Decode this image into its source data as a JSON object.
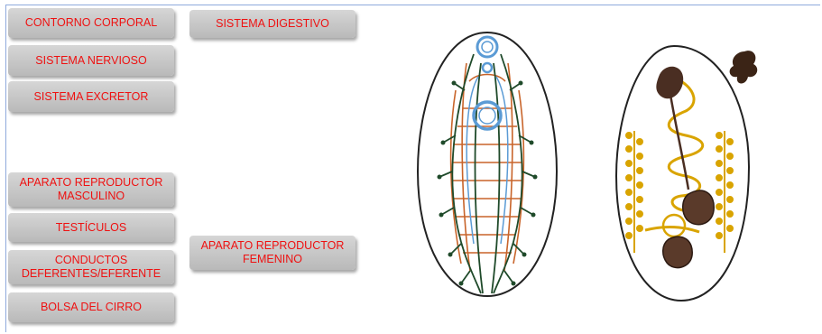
{
  "buttons": {
    "contorno": "CONTORNO CORPORAL",
    "nervioso": "SISTEMA NERVIOSO",
    "excretor": "SISTEMA EXCRETOR",
    "masculino": "APARATO REPRODUCTOR\nMASCULINO",
    "testiculos": "TESTÍCULOS",
    "conductos": "CONDUCTOS\nDEFERENTES/EFERENTE",
    "cirro": "BOLSA DEL CIRRO",
    "digestivo": "SISTEMA DIGESTIVO",
    "femenino": "APARATO REPRODUCTOR\nFEMENINO"
  },
  "colors": {
    "button_text": "#ee1111",
    "nervous": "#1f4a2a",
    "excretory": "#5b9bd5",
    "orange_system": "#c8642a",
    "vitelline": "#d9a400",
    "testis": "#5a3a2a",
    "frame": "#8faadc"
  }
}
